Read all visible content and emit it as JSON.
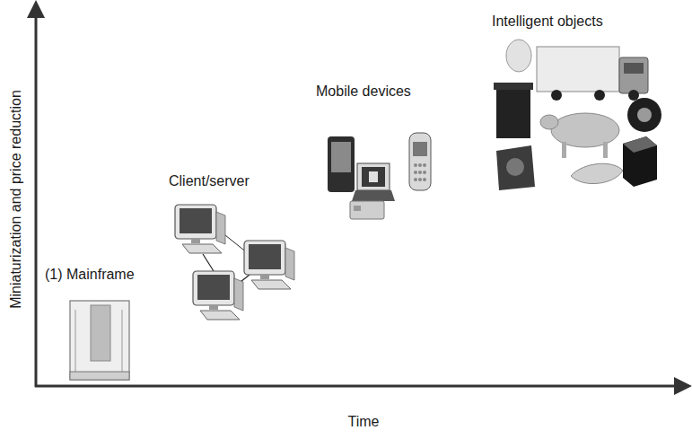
{
  "diagram": {
    "labels": [
      "Intelligent objects",
      "Mobile devices",
      "Client/server",
      "(1) Mainframe",
      "Miniaturization and price reduction",
      "Time"
    ]
  }
}
